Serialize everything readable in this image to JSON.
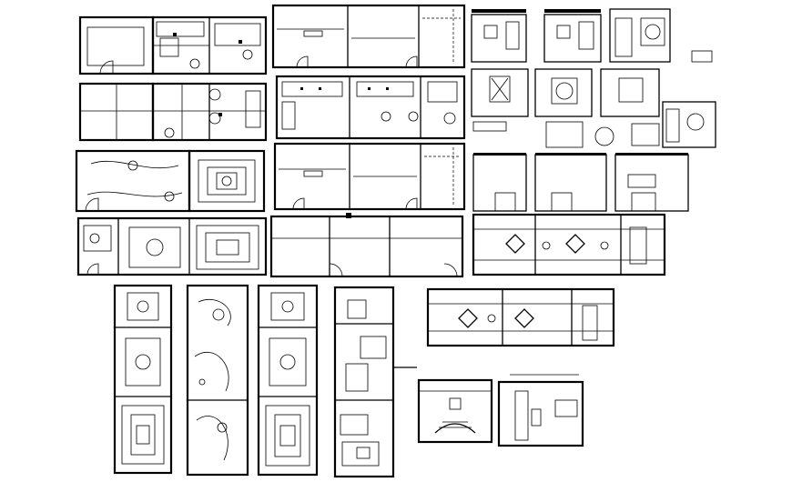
{
  "sheet": {
    "background": "#ffffff",
    "line_color": "#000000",
    "panels": [
      {
        "id": "plan-a1"
      },
      {
        "id": "plan-a2"
      },
      {
        "id": "plan-b1"
      },
      {
        "id": "plan-b2"
      },
      {
        "id": "plan-c1"
      },
      {
        "id": "plan-c2"
      },
      {
        "id": "plan-d1"
      },
      {
        "id": "plan-d2"
      },
      {
        "id": "elevations-row1"
      },
      {
        "id": "elevations-row2"
      },
      {
        "id": "elevations-row3"
      },
      {
        "id": "ceiling-plan-e"
      },
      {
        "id": "ceiling-plan-f"
      },
      {
        "id": "vertical-plan-1"
      },
      {
        "id": "vertical-plan-2"
      },
      {
        "id": "vertical-plan-3"
      },
      {
        "id": "vertical-plan-4"
      },
      {
        "id": "detail-g"
      },
      {
        "id": "detail-h"
      }
    ]
  }
}
